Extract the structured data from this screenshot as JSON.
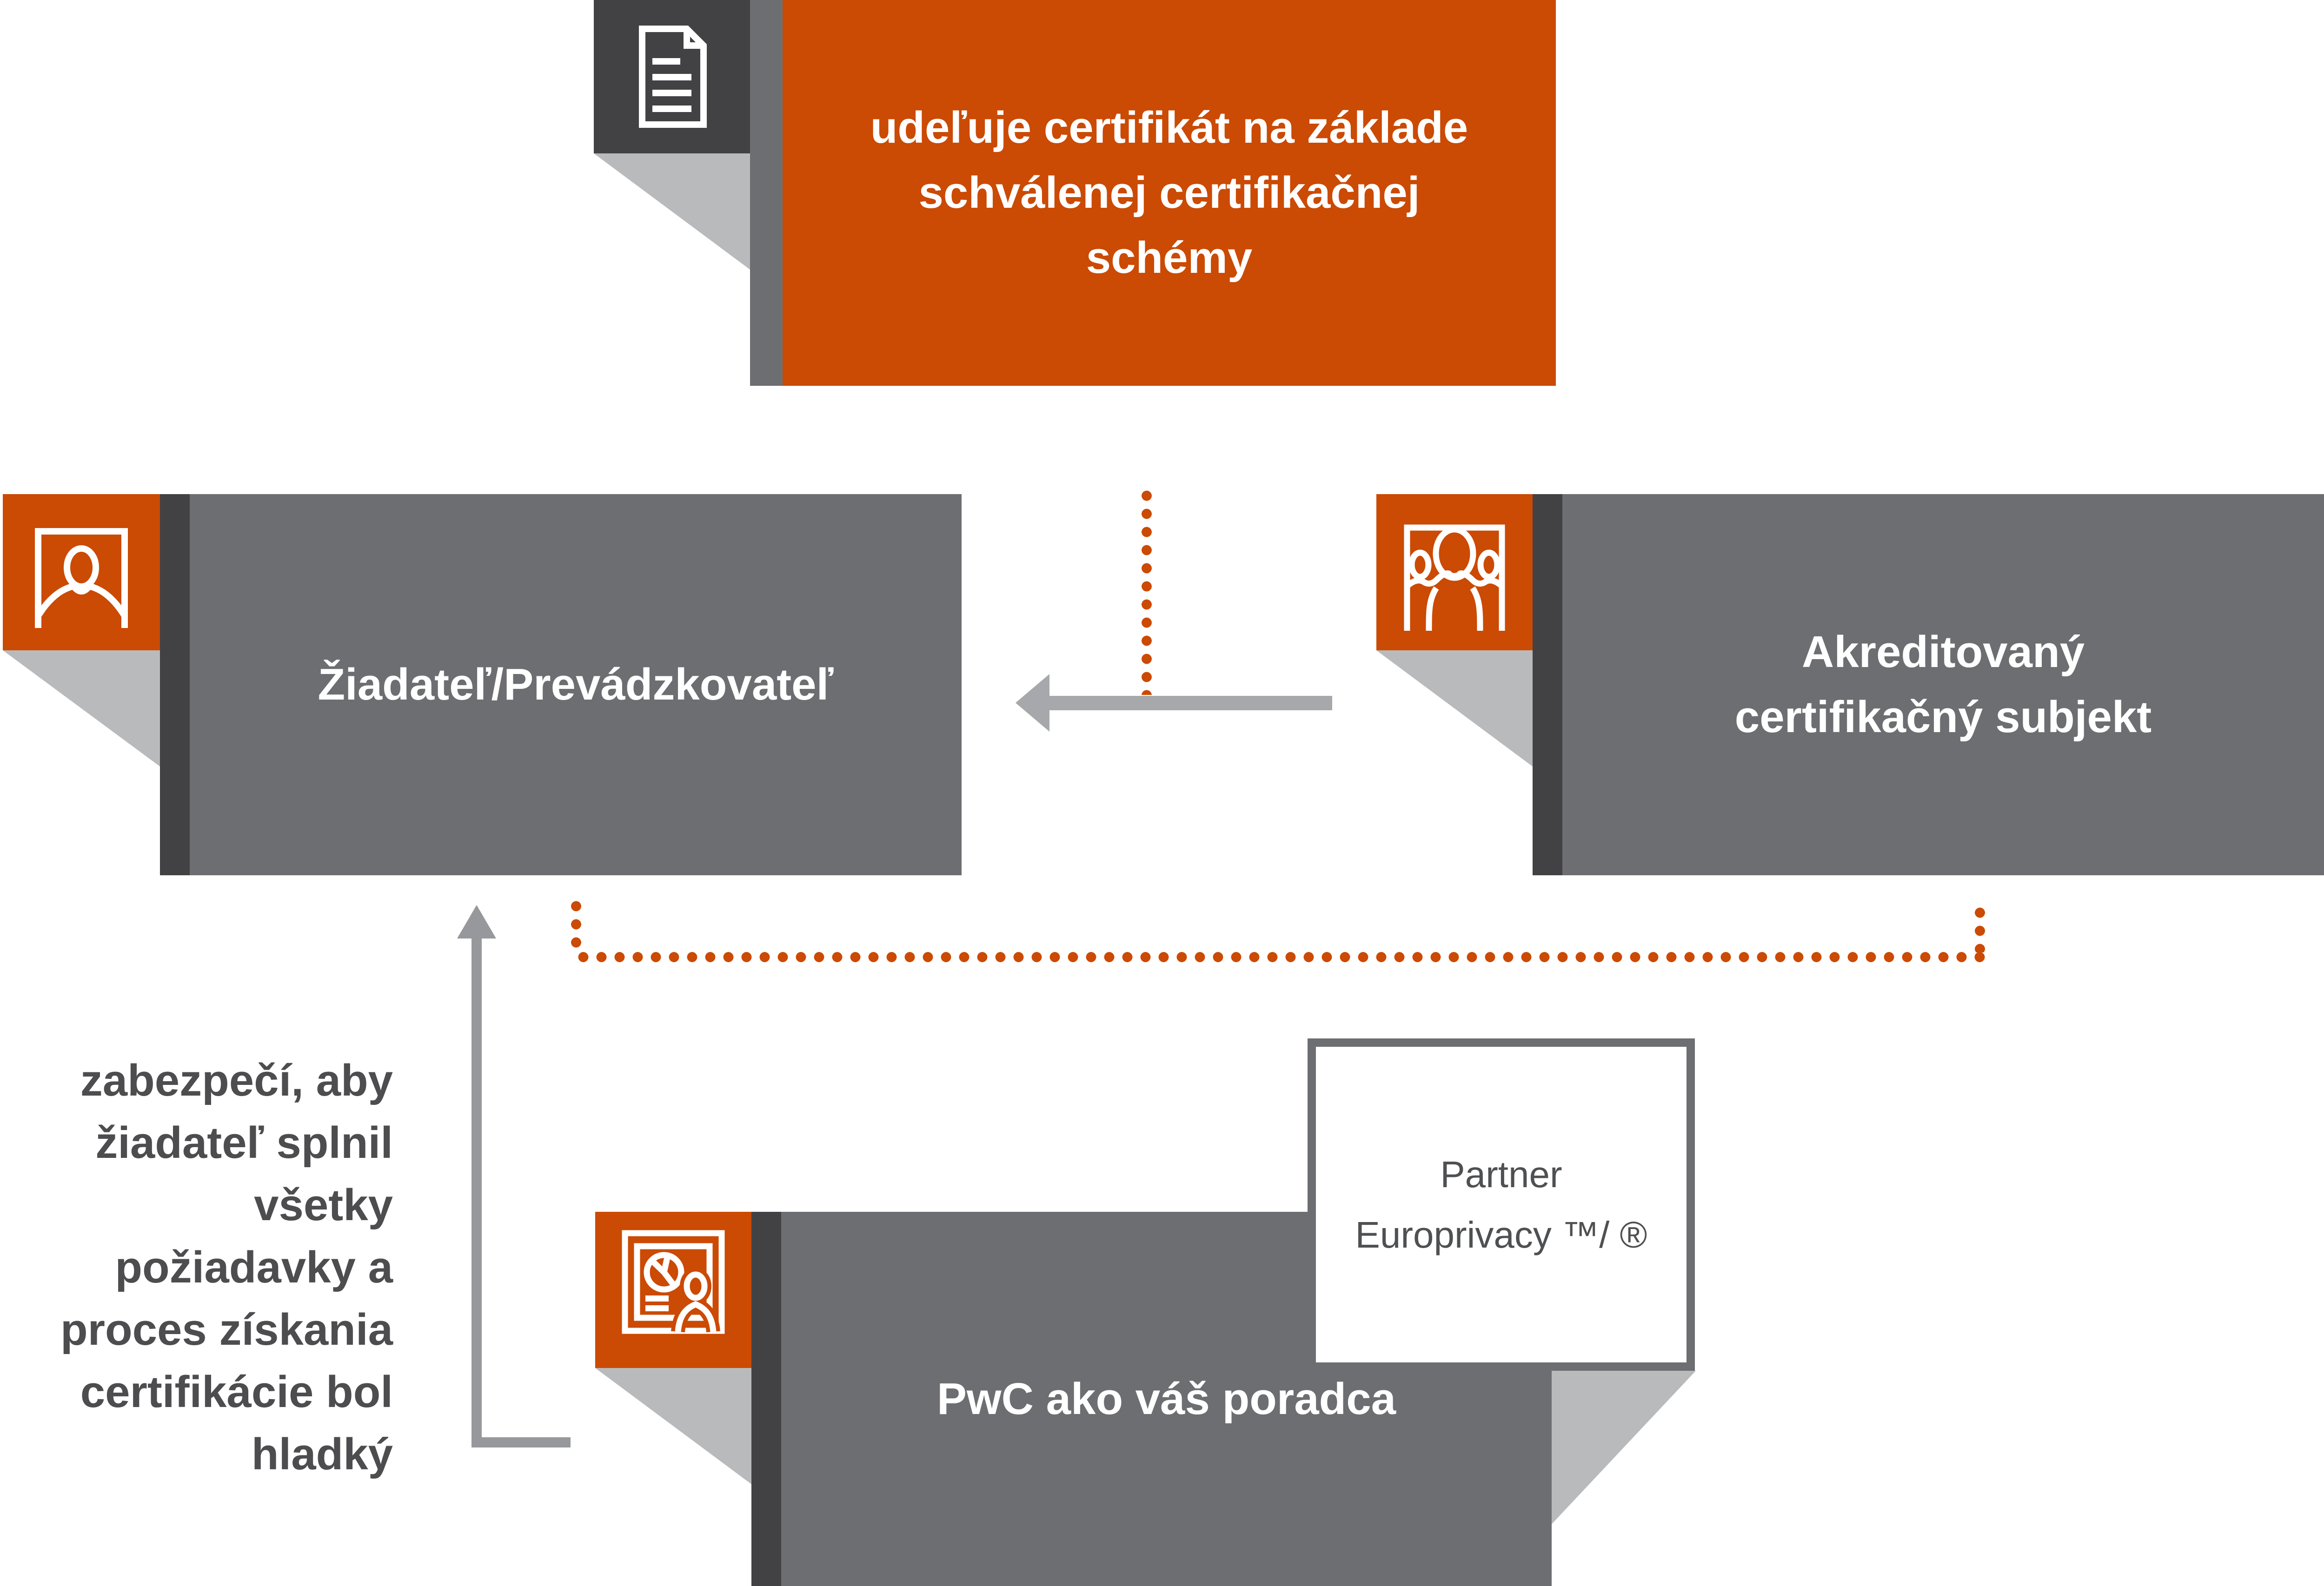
{
  "colors": {
    "orange": "#cb4a04",
    "box_gray": "#6d6e71",
    "dark_gray": "#424245",
    "fold_gray": "#b9babc",
    "arrow_gray": "#a6a8ab",
    "note_text": "#4d4d4f",
    "partner_text": "#4f5052"
  },
  "top_box": {
    "icon": "document-icon",
    "lines": [
      "udeľuje certifikát na základe",
      "schválenej certifikačnej",
      "schémy"
    ]
  },
  "applicant_box": {
    "icon": "person-icon",
    "label": "Žiadateľ/Prevádzkovateľ"
  },
  "certifier_box": {
    "icon": "people-group-icon",
    "lines": [
      "Akreditovaný",
      "certifikačný subjekt"
    ]
  },
  "pwc_box": {
    "icon": "presentation-icon",
    "label": "PwC ako váš poradca"
  },
  "partner_box": {
    "lines": [
      "Partner",
      "Europrivacy ™/ ®"
    ]
  },
  "side_note": {
    "lines": [
      "zabezpečí, aby",
      "žiadateľ splnil",
      "všetky",
      "požiadavky a",
      "proces získania",
      "certifikácie bol",
      "hladký"
    ]
  }
}
